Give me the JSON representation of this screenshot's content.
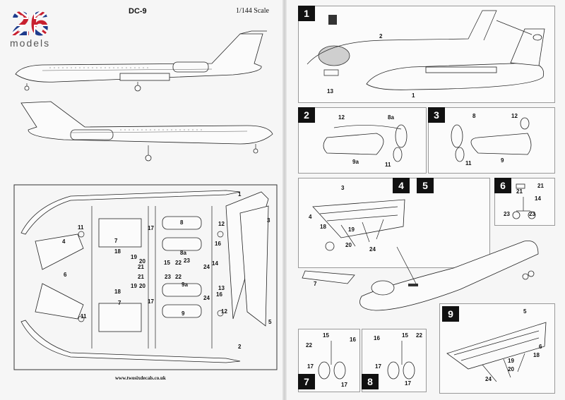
{
  "header": {
    "model": "DC-9",
    "scale": "1/144 Scale",
    "brand_number": "26",
    "brand_word": "models"
  },
  "footer": {
    "website": "www.twosixdecals.co.uk"
  },
  "sprue_labels": [
    "1",
    "2",
    "3",
    "4",
    "5",
    "6",
    "7",
    "7",
    "8",
    "8a",
    "9",
    "9a",
    "11",
    "11",
    "12",
    "12",
    "13",
    "14",
    "15",
    "16",
    "16",
    "17",
    "17",
    "18",
    "18",
    "19",
    "19",
    "20",
    "20",
    "21",
    "21",
    "22",
    "22",
    "23",
    "23",
    "24",
    "24"
  ],
  "steps": {
    "s1": {
      "number": "1",
      "parts": [
        "2",
        "13",
        "1"
      ]
    },
    "s2": {
      "number": "2",
      "parts": [
        "12",
        "8a",
        "9a",
        "11"
      ]
    },
    "s3": {
      "number": "3",
      "parts": [
        "8",
        "12",
        "11",
        "9"
      ]
    },
    "s4": {
      "number": "4",
      "parts": [
        "3",
        "4",
        "18",
        "19",
        "20",
        "24"
      ]
    },
    "s5": {
      "number": "5",
      "parts": [
        "7"
      ]
    },
    "s6": {
      "number": "6",
      "parts": [
        "21",
        "21",
        "14",
        "23",
        "23"
      ]
    },
    "s7": {
      "number": "7",
      "parts": [
        "15",
        "16",
        "22",
        "17",
        "17"
      ]
    },
    "s8": {
      "number": "8",
      "parts": [
        "16",
        "15",
        "22",
        "17",
        "17"
      ]
    },
    "s9": {
      "number": "9",
      "parts": [
        "5",
        "6",
        "18",
        "19",
        "20",
        "24"
      ]
    }
  },
  "colors": {
    "badge": "#111111",
    "flag_blue": "#1f3c8c",
    "flag_red": "#c8202f"
  }
}
